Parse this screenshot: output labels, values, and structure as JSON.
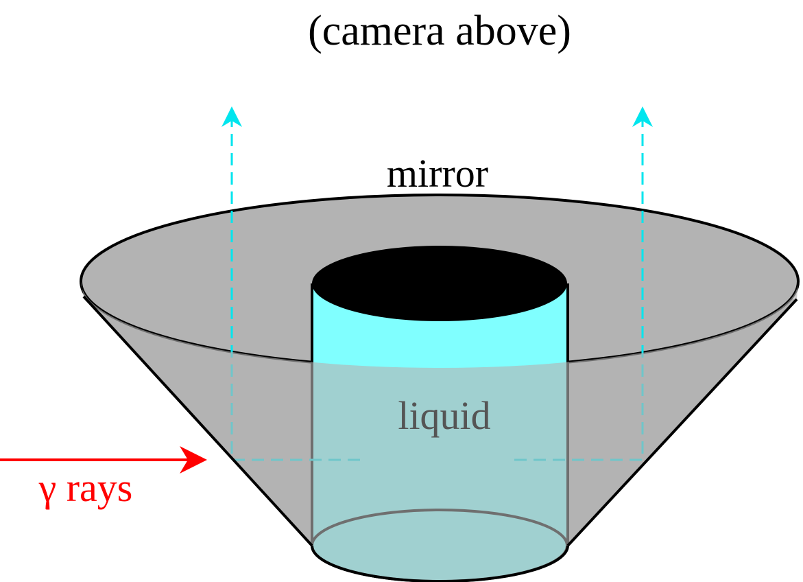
{
  "title": "(camera above)",
  "labels": {
    "mirror": "mirror",
    "liquid": "liquid",
    "rays": "γ rays"
  },
  "colors": {
    "mirror_fill": "#b3b3b3",
    "liquid_fill": "#80ffff",
    "light_path": "#00e5ee",
    "gamma": "#ff0000",
    "outline": "#000000"
  }
}
